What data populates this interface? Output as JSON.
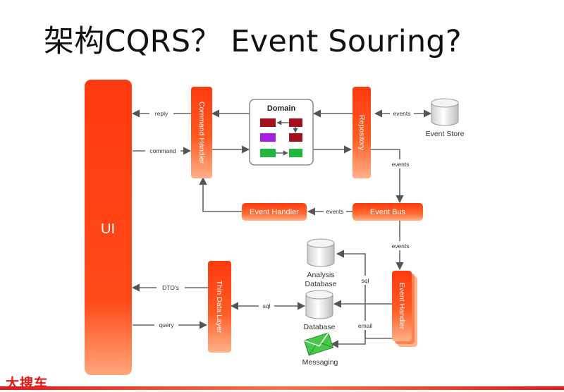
{
  "slide": {
    "title": "架构CQRS？ Event Souring?"
  },
  "components": {
    "ui": "UI",
    "command_handler": "Command Handler",
    "repository": "Repository",
    "domain": "Domain",
    "event_store": "Event Store",
    "event_bus": "Event Bus",
    "event_handler_top": "Event Handler",
    "thin_data_layer": "Thin Data Layer",
    "event_handler_right": "Event Handler",
    "analysis_db_line1": "Analysis",
    "analysis_db_line2": "Database",
    "database": "Database",
    "messaging": "Messaging"
  },
  "arrows": {
    "reply": "reply",
    "command": "command",
    "events_store": "events",
    "events_repo_bus": "events",
    "events_bus_handler": "events",
    "events_bus_down": "events",
    "sql_analysis": "sql",
    "sql_thin": "sql",
    "email": "email",
    "dtos": "DTO's",
    "query": "query"
  },
  "colors": {
    "box_top": "#ff3a0f",
    "box_bottom": "#ffb18a",
    "domain_dark_red": "#a3111d",
    "domain_purple": "#a61fe0",
    "domain_green": "#1fb83f",
    "logo": "#e21a1a"
  },
  "brand": {
    "logo_text": "大搜车"
  }
}
